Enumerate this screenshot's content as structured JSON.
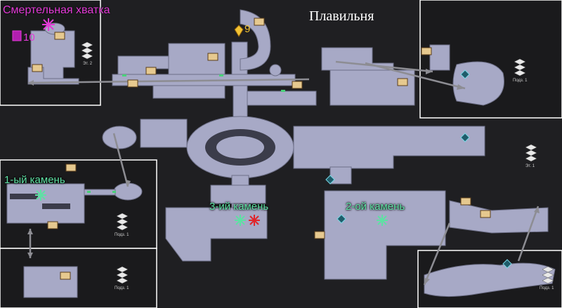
{
  "map": {
    "title": "Плавильня",
    "boss_label": "Смертельная хватка",
    "boss_count": "10",
    "item_count": "9",
    "stones": {
      "first": "1-ый камень",
      "second": "2-ой камень",
      "third": "3-ий камень"
    },
    "floors": {
      "top_left": "Эт. 2",
      "top_right": "Подз. 1",
      "mid_right": "Эт. 1",
      "left_mid": "Подз. 1",
      "bottom_left": "Подз. 1",
      "bottom_right": "Подз. 1"
    },
    "colors": {
      "background": "#1f1f22",
      "room": "#a7a9c6",
      "inset_border": "#ffffff",
      "stone_green": "#5ee0a3",
      "stone_red": "#e0252b",
      "boss_magenta": "#e23ad6",
      "item_gold": "#f2c233"
    },
    "icons": [
      "treasure-chest-icon",
      "teleport-crystal-icon",
      "floor-stack-icon",
      "boss-star-icon",
      "stone-marker-icon",
      "bonfire-icon"
    ]
  }
}
